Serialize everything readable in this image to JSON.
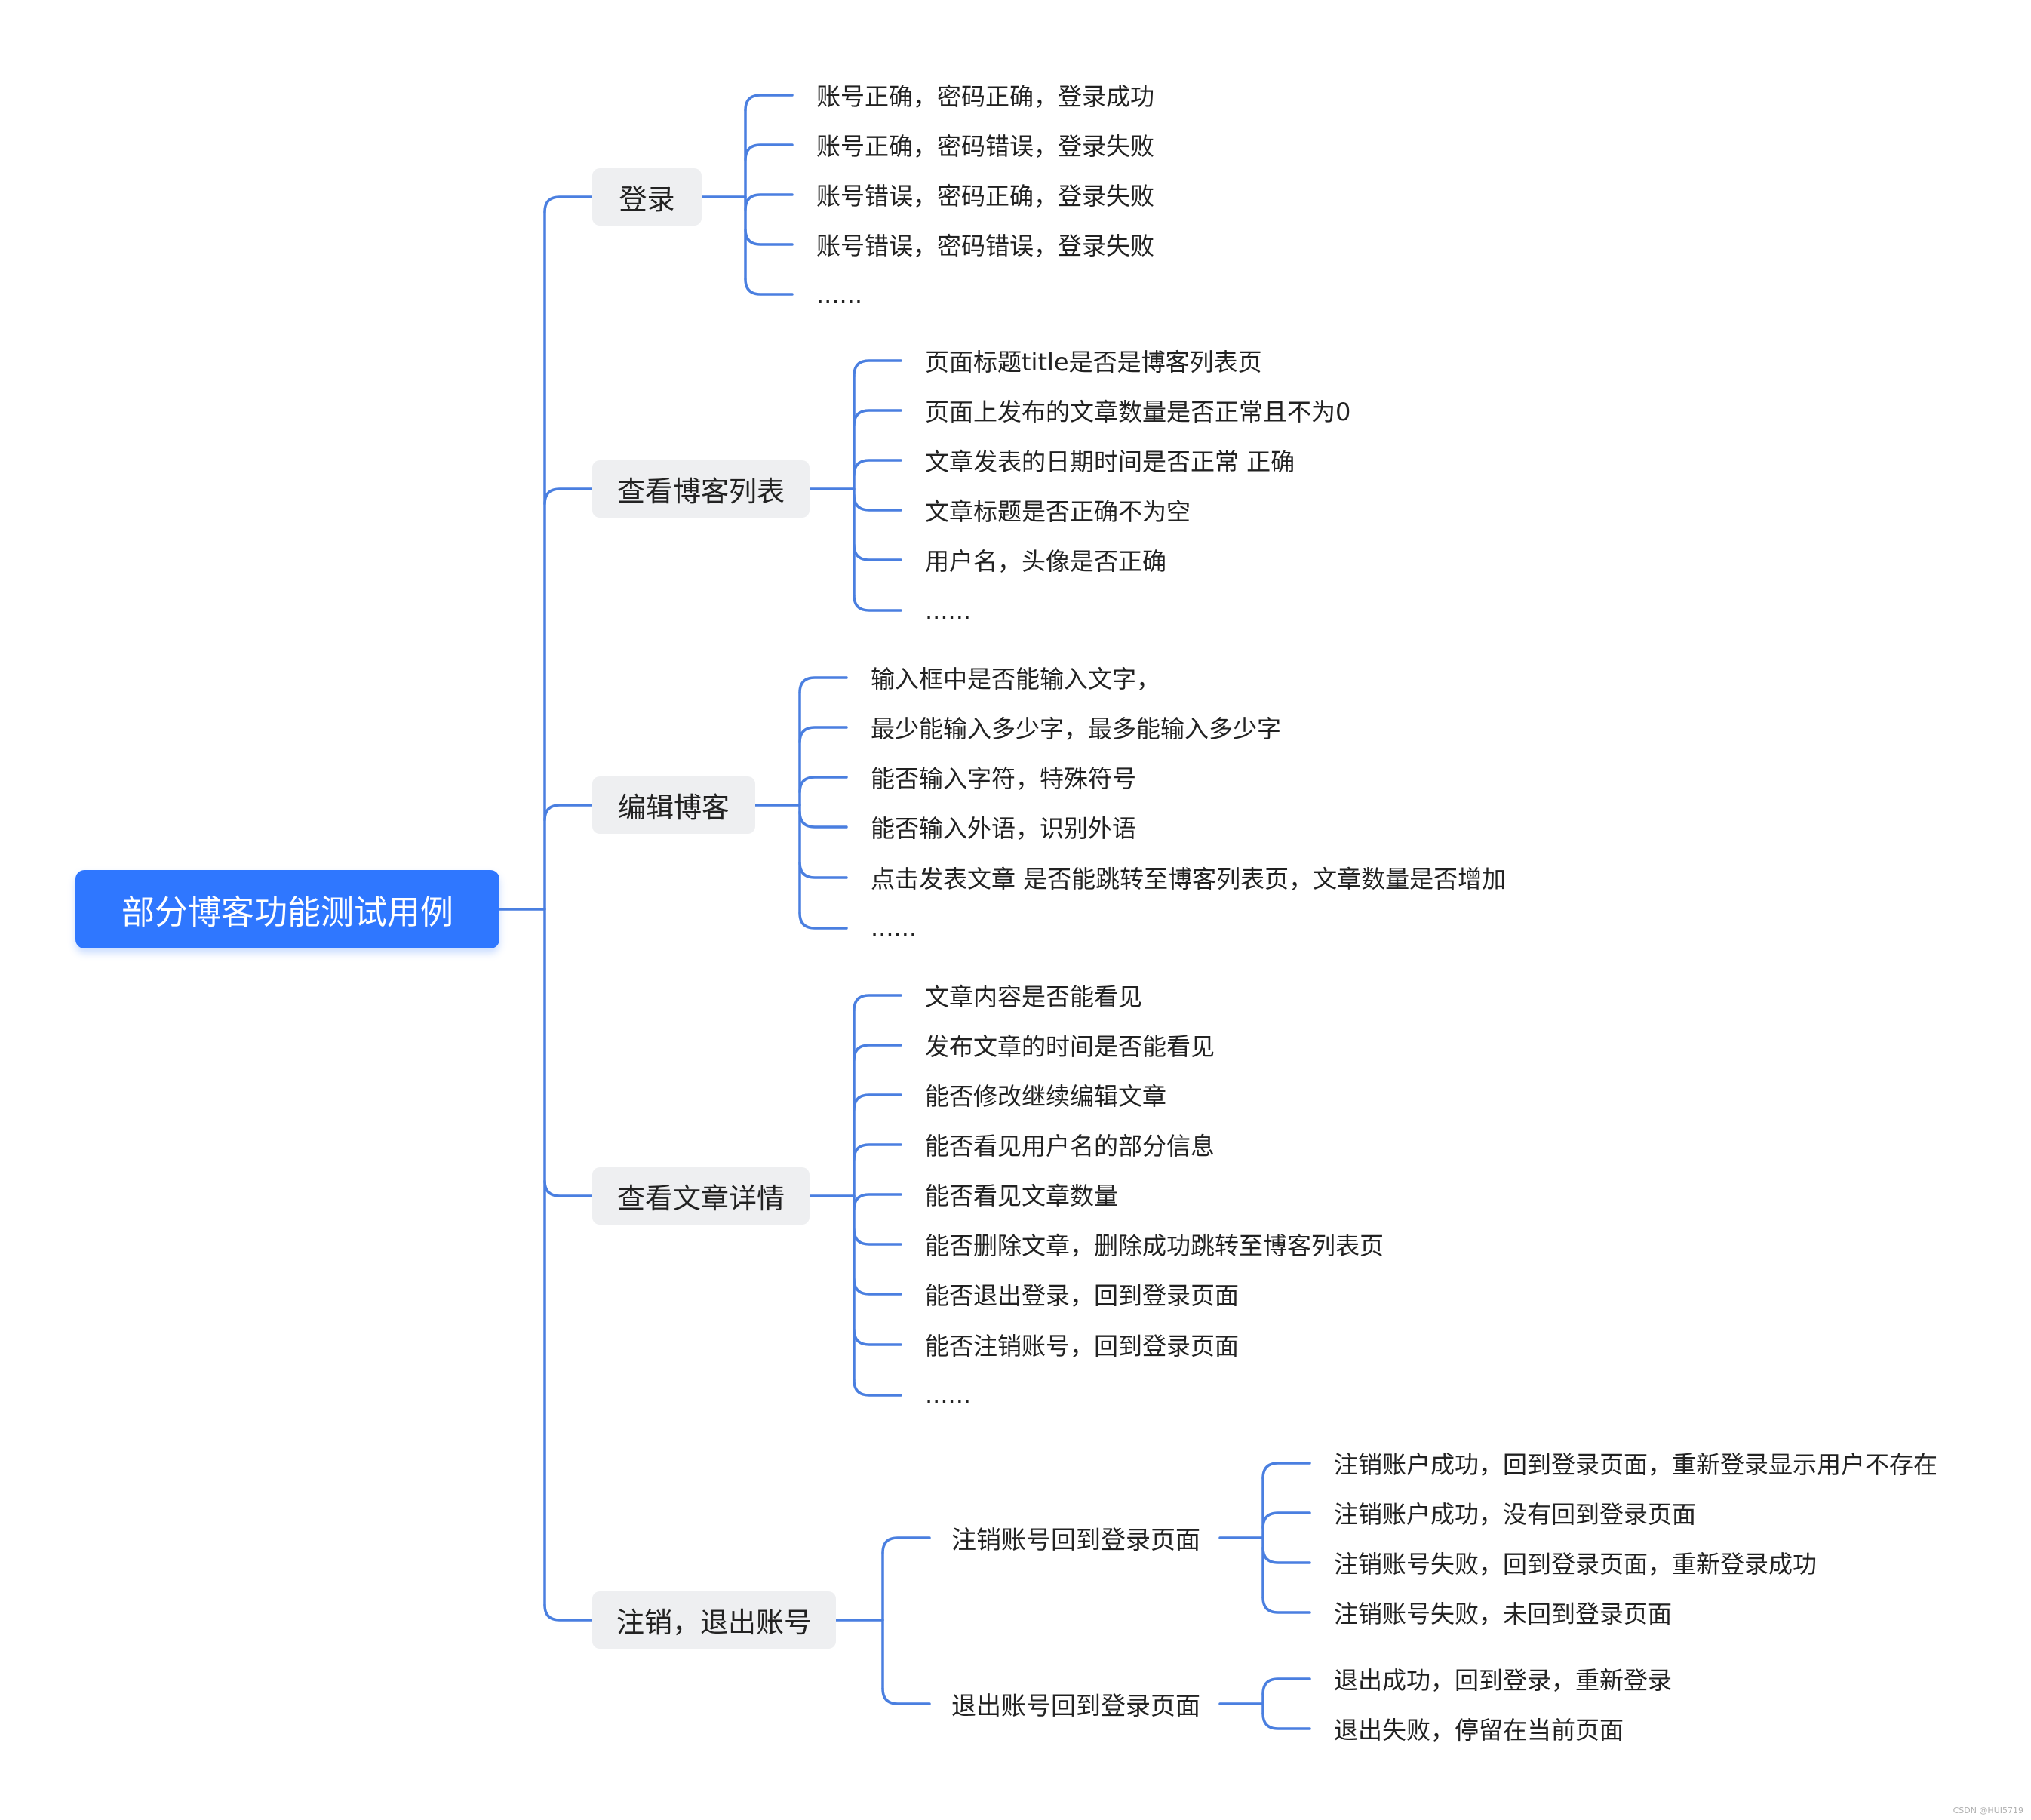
{
  "root": "部分博客功能测试用例",
  "line_color": "#4a7fe0",
  "branches": [
    {
      "label": "登录",
      "children": [
        "账号正确，密码正确，登录成功",
        "账号正确，密码错误，登录失败",
        "账号错误，密码正确，登录失败",
        "账号错误，密码错误，登录失败",
        "......"
      ]
    },
    {
      "label": "查看博客列表",
      "children": [
        "页面标题title是否是博客列表页",
        "页面上发布的文章数量是否正常且不为0",
        "文章发表的日期时间是否正常 正确",
        "文章标题是否正确不为空",
        "用户名，头像是否正确",
        "......"
      ]
    },
    {
      "label": "编辑博客",
      "children": [
        "输入框中是否能输入文字，",
        "最少能输入多少字，最多能输入多少字",
        "能否输入字符，特殊符号",
        "能否输入外语，识别外语",
        "点击发表文章 是否能跳转至博客列表页，文章数量是否增加",
        "......"
      ]
    },
    {
      "label": "查看文章详情",
      "children": [
        "文章内容是否能看见",
        "发布文章的时间是否能看见",
        "能否修改继续编辑文章",
        "能否看见用户名的部分信息",
        "能否看见文章数量",
        "能否删除文章，删除成功跳转至博客列表页",
        "能否退出登录，回到登录页面",
        "能否注销账号，回到登录页面",
        "......"
      ]
    },
    {
      "label": "注销，退出账号",
      "subs": [
        {
          "label": "注销账号回到登录页面",
          "children": [
            "注销账户成功，回到登录页面，重新登录显示用户不存在",
            "注销账户成功，没有回到登录页面",
            "注销账号失败，回到登录页面，重新登录成功",
            "注销账号失败，未回到登录页面"
          ]
        },
        {
          "label": "退出账号回到登录页面",
          "children": [
            "退出成功，回到登录，重新登录",
            "退出失败，停留在当前页面"
          ]
        }
      ]
    }
  ],
  "watermark": "CSDN @HUI5719"
}
